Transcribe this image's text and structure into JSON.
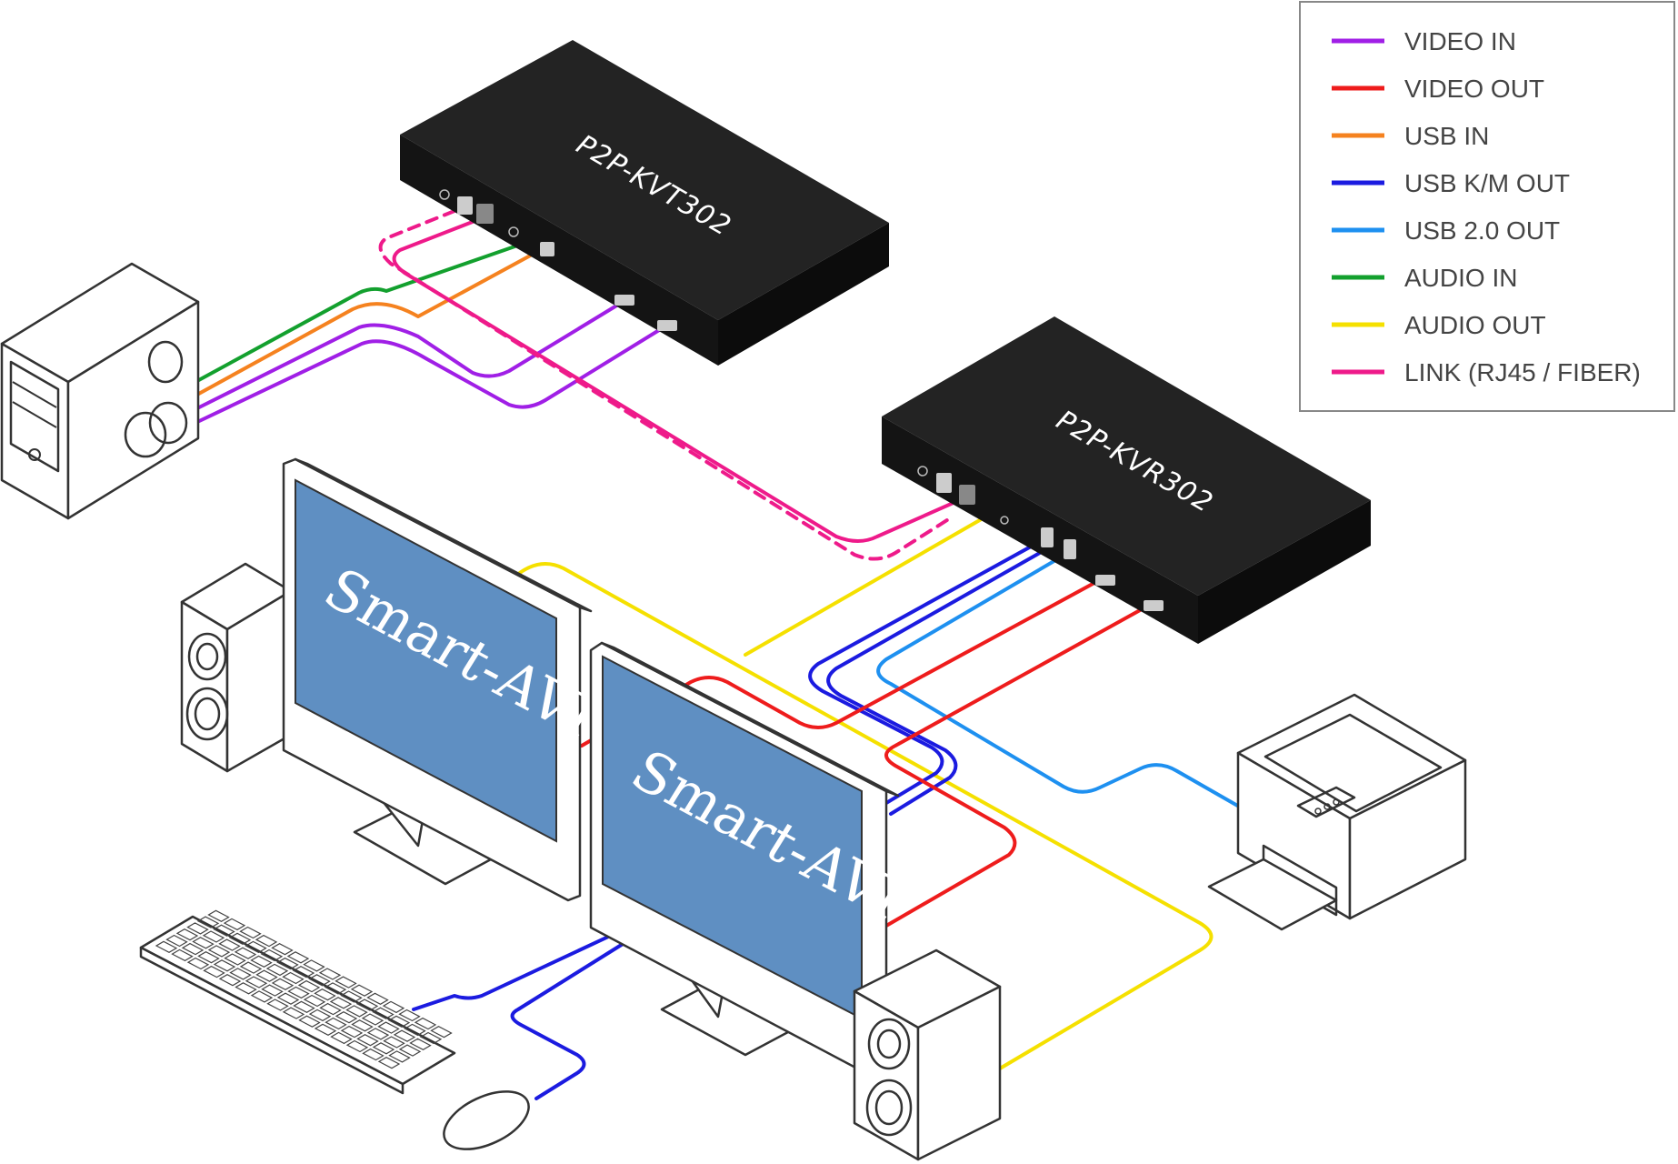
{
  "devices": {
    "transmitter_label": "P2P-KVT302",
    "receiver_label": "P2P-KVR302"
  },
  "monitors": {
    "left_brand": "Smart-AVI",
    "right_brand": "Smart-AVI"
  },
  "legend": {
    "items": [
      {
        "label": "VIDEO IN",
        "color": "#a01fe6"
      },
      {
        "label": "VIDEO OUT",
        "color": "#ee1c1c"
      },
      {
        "label": "USB IN",
        "color": "#f5821f"
      },
      {
        "label": "USB K/M OUT",
        "color": "#1b1be0"
      },
      {
        "label": "USB 2.0 OUT",
        "color": "#1e90f0"
      },
      {
        "label": "AUDIO IN",
        "color": "#13a02e"
      },
      {
        "label": "AUDIO OUT",
        "color": "#f5e000"
      },
      {
        "label": "LINK (RJ45 / FIBER)",
        "color": "#ee1a8a"
      }
    ]
  }
}
